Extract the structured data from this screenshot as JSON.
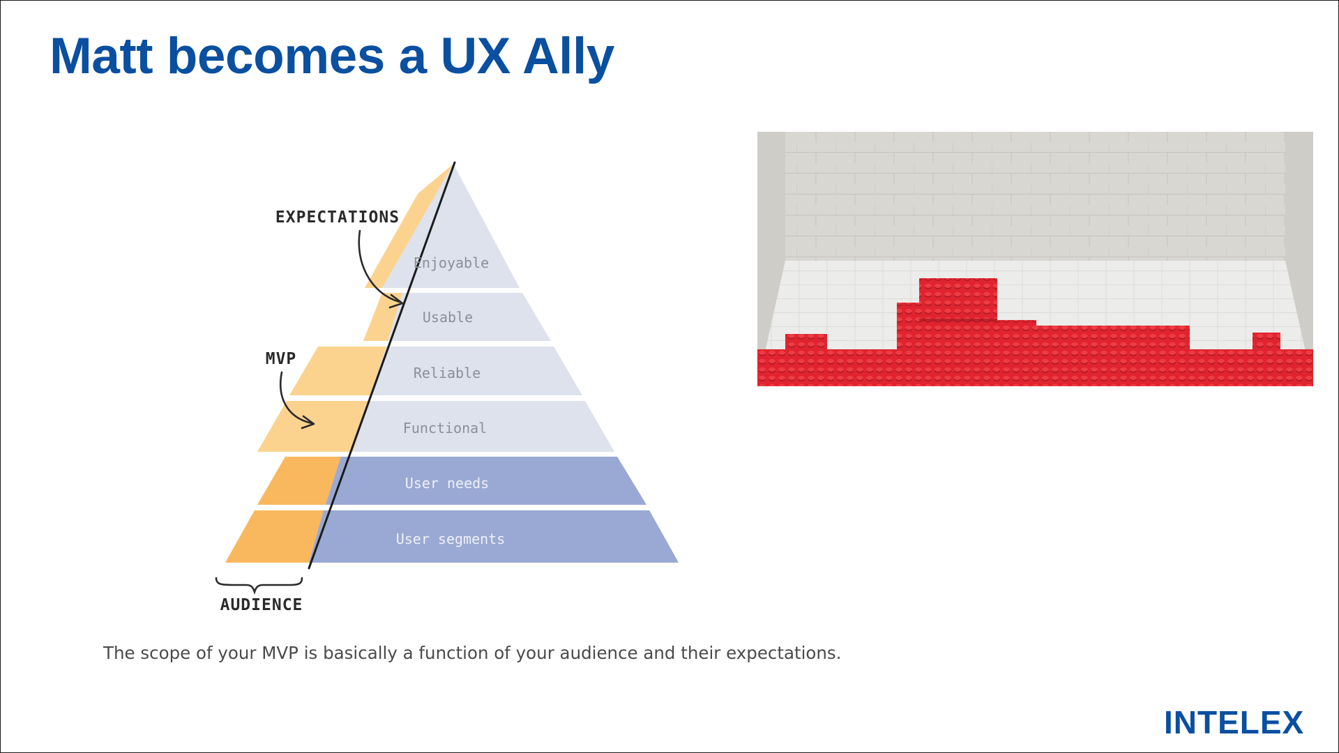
{
  "slide": {
    "title": "Matt becomes a UX Ally",
    "caption": "The scope of your MVP is basically a function of your audience and their expectations.",
    "logo_text": "INTELEX"
  },
  "pyramid": {
    "tiers": [
      {
        "label": "Enjoyable"
      },
      {
        "label": "Usable"
      },
      {
        "label": "Reliable"
      },
      {
        "label": "Functional"
      },
      {
        "label": "User needs"
      },
      {
        "label": "User segments"
      }
    ],
    "annotations": {
      "expectations": "EXPECTATIONS",
      "mvp": "MVP",
      "audience": "AUDIENCE"
    },
    "colors": {
      "upper_tiers": "#dde2ec",
      "lower_tiers": "#9aa9d3",
      "audience_band": "#f9b85e",
      "audience_band_upper": "#fbd38f",
      "divider_line": "#1a1a1a"
    }
  },
  "photo": {
    "subject": "red toy bricks against white brick wall",
    "colors": {
      "bricks": "#e0242f",
      "wall": "#d9d7d2",
      "floor": "#ececea"
    }
  },
  "colors": {
    "brand": "#0a4fa0",
    "caption": "#4a4a4a"
  }
}
